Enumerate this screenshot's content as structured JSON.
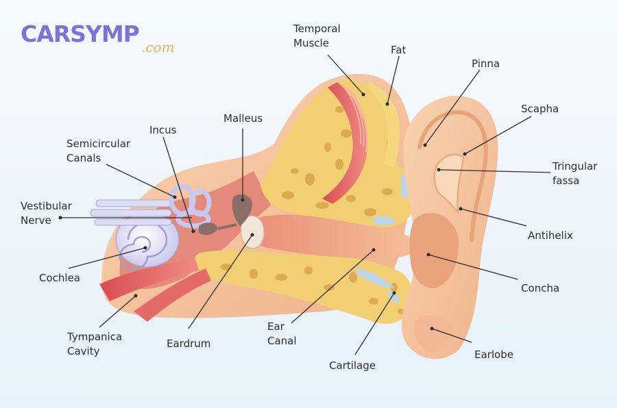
{
  "logo": {
    "main": "CARSYMP",
    "sub": ".com"
  },
  "labels": {
    "temporal_muscle": "Temporal\nMuscle",
    "fat": "Fat",
    "pinna": "Pinna",
    "scapha": "Scapha",
    "tringular_fassa": "Tringular\nfassa",
    "antihelix": "Antihelix",
    "concha": "Concha",
    "earlobe": "Earlobe",
    "cartilage": "Cartilage",
    "ear_canal": "Ear\nCanal",
    "eardrum": "Eardrum",
    "tympanica_cavity": "Tympanica\nCavity",
    "cochlea": "Cochlea",
    "vestibular_nerve": "Vestibular\nNerve",
    "semicircular_canals": "Semicircular\nCanals",
    "incus": "Incus",
    "malleus": "Malleus"
  },
  "colors": {
    "background_top": "#f6fafd",
    "background_bottom": "#e6f1f9",
    "skin": "#f5c39a",
    "skin_shadow": "#e9a57c",
    "bone": "#f3cf74",
    "bone_pore": "#d9a54a",
    "muscle": "#e86a6a",
    "cochlea": "#dcdcf4",
    "logo": "#7d72d6",
    "logo_sub": "#e8b25a"
  }
}
